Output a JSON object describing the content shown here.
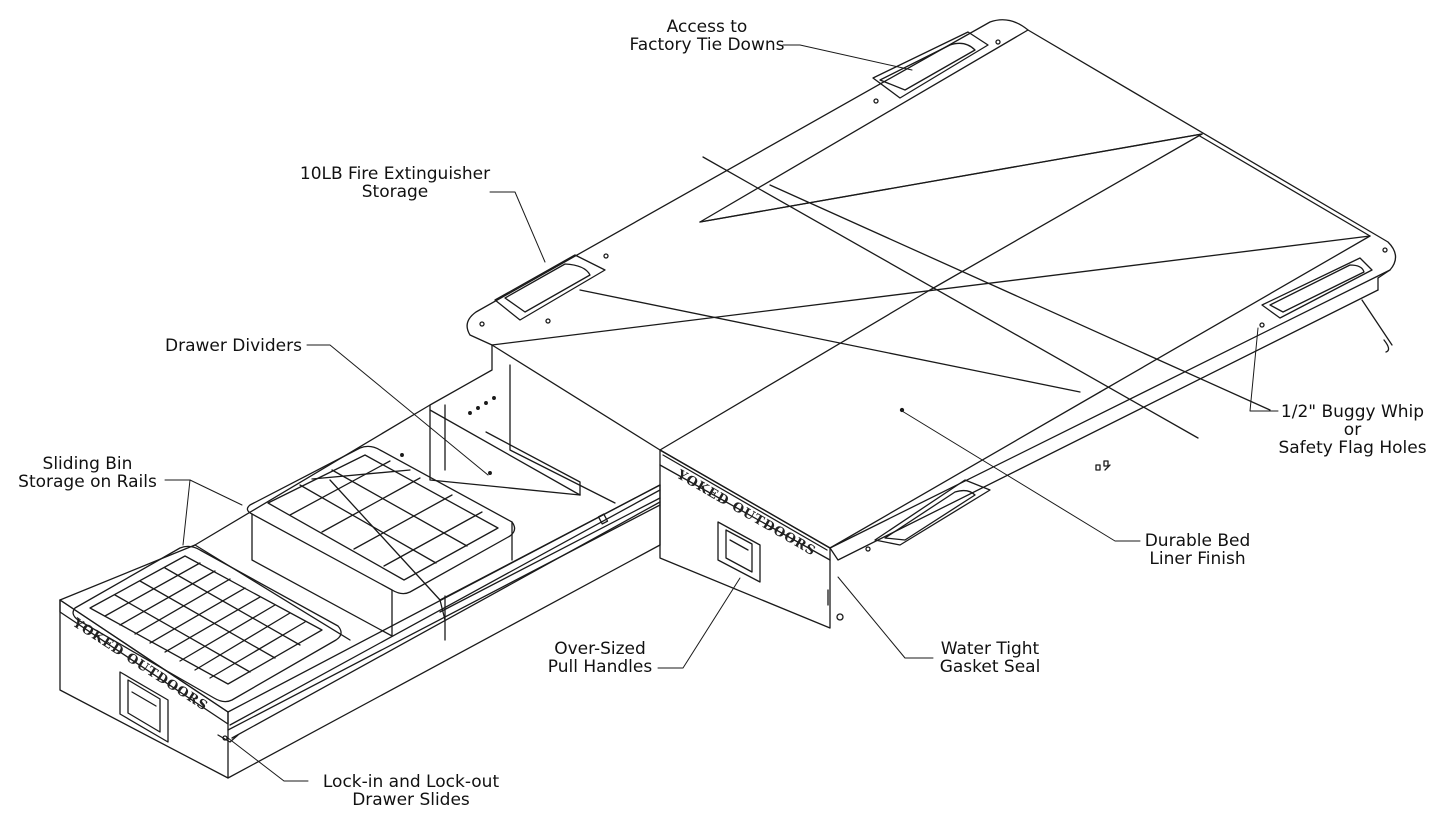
{
  "callouts": {
    "tie_downs": {
      "line1": "Access to",
      "line2": "Factory Tie Downs"
    },
    "extinguisher": {
      "line1": "10LB Fire Extinguisher",
      "line2": "Storage"
    },
    "dividers": {
      "line1": "Drawer Dividers"
    },
    "sliding_bin": {
      "line1": "Sliding Bin",
      "line2": "Storage on Rails"
    },
    "buggy_whip": {
      "line1": "1/2\" Buggy Whip",
      "line2": "or",
      "line3": "Safety Flag Holes"
    },
    "bed_liner": {
      "line1": "Durable Bed",
      "line2": "Liner Finish"
    },
    "handles": {
      "line1": "Over-Sized",
      "line2": "Pull Handles"
    },
    "gasket": {
      "line1": "Water Tight",
      "line2": "Gasket Seal"
    },
    "slides": {
      "line1": "Lock-in and Lock-out",
      "line2": "Drawer Slides"
    }
  },
  "brand": {
    "drawer_left": "YOKED OUTDOORS",
    "drawer_right": "YOKED OUTDOORS"
  },
  "colors": {
    "line": "#1a1a1a",
    "background": "#ffffff"
  }
}
